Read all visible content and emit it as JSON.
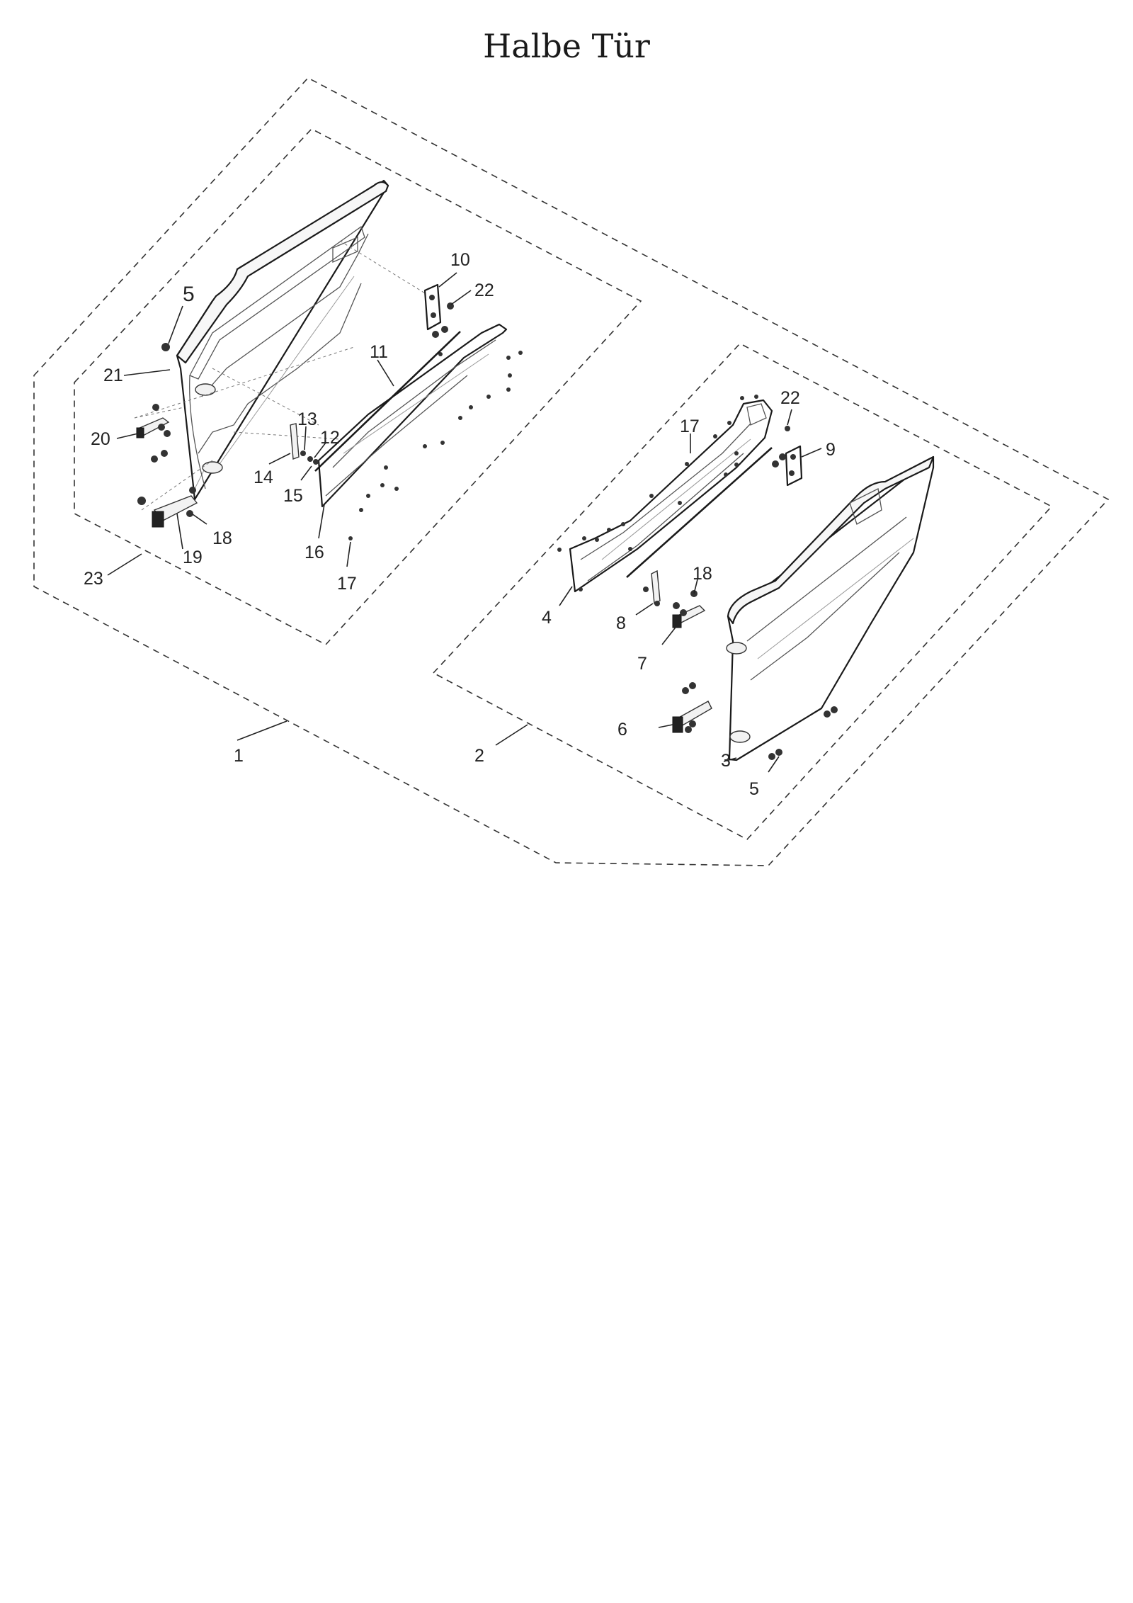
{
  "title": "Halbe Tür",
  "callouts": [
    {
      "id": "1",
      "label": "1"
    },
    {
      "id": "2",
      "label": "2"
    },
    {
      "id": "3",
      "label": "3"
    },
    {
      "id": "4",
      "label": "4"
    },
    {
      "id": "5a",
      "label": "5"
    },
    {
      "id": "5b",
      "label": "5"
    },
    {
      "id": "6",
      "label": "6"
    },
    {
      "id": "7",
      "label": "7"
    },
    {
      "id": "8",
      "label": "8"
    },
    {
      "id": "9",
      "label": "9"
    },
    {
      "id": "10",
      "label": "10"
    },
    {
      "id": "11",
      "label": "11"
    },
    {
      "id": "12",
      "label": "12"
    },
    {
      "id": "13",
      "label": "13"
    },
    {
      "id": "14",
      "label": "14"
    },
    {
      "id": "15",
      "label": "15"
    },
    {
      "id": "16",
      "label": "16"
    },
    {
      "id": "17a",
      "label": "17"
    },
    {
      "id": "17b",
      "label": "17"
    },
    {
      "id": "18a",
      "label": "18"
    },
    {
      "id": "18b",
      "label": "18"
    },
    {
      "id": "19",
      "label": "19"
    },
    {
      "id": "20",
      "label": "20"
    },
    {
      "id": "21",
      "label": "21"
    },
    {
      "id": "22a",
      "label": "22"
    },
    {
      "id": "22b",
      "label": "22"
    },
    {
      "id": "23",
      "label": "23"
    }
  ]
}
